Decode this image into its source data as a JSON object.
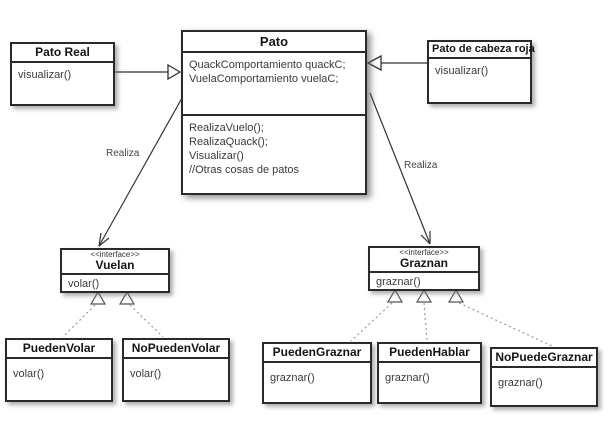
{
  "diagram_title": "UML class diagram - Strategy pattern (Patos)",
  "colors": {
    "background": "#ffffff",
    "box_border": "#2a2a2a",
    "title_text": "#151515",
    "member_text": "#3a3a3a",
    "solid_line": "#333333",
    "dashed_line": "#999999"
  },
  "classes": {
    "pato_real": {
      "name": "Pato Real",
      "methods": [
        "visualizar()"
      ]
    },
    "pato": {
      "name": "Pato",
      "attributes": [
        "QuackComportamiento quackC;",
        "VuelaComportamiento vuelaC;"
      ],
      "methods": [
        "RealizaVuelo();",
        "RealizaQuack();",
        "Visualizar()",
        "//Otras cosas de patos"
      ]
    },
    "pato_cabeza_roja": {
      "name": "Pato de cabeza roja",
      "methods": [
        "visualizar()"
      ]
    },
    "vuelan": {
      "stereotype": "<<interface>>",
      "name": "Vuelan",
      "methods": [
        "volar()"
      ]
    },
    "graznan": {
      "stereotype": "<<interface>>",
      "name": "Graznan",
      "methods": [
        "graznar()"
      ]
    },
    "pueden_volar": {
      "name": "PuedenVolar",
      "methods": [
        "volar()"
      ]
    },
    "no_pueden_volar": {
      "name": "NoPuedenVolar",
      "methods": [
        "volar()"
      ]
    },
    "pueden_graznar": {
      "name": "PuedenGraznar",
      "methods": [
        "graznar()"
      ]
    },
    "pueden_hablar": {
      "name": "PuedenHablar",
      "methods": [
        "graznar()"
      ]
    },
    "no_puede_graznar": {
      "name": "NoPuedeGraznar",
      "methods": [
        "graznar()"
      ]
    }
  },
  "edges": [
    {
      "from": "Pato Real",
      "to": "Pato",
      "type": "generalization",
      "label": ""
    },
    {
      "from": "Pato de cabeza roja",
      "to": "Pato",
      "type": "generalization",
      "label": ""
    },
    {
      "from": "Pato",
      "to": "Vuelan",
      "type": "association",
      "label": "Realiza"
    },
    {
      "from": "Pato",
      "to": "Graznan",
      "type": "association",
      "label": "Realiza"
    },
    {
      "from": "PuedenVolar",
      "to": "Vuelan",
      "type": "realization",
      "label": ""
    },
    {
      "from": "NoPuedenVolar",
      "to": "Vuelan",
      "type": "realization",
      "label": ""
    },
    {
      "from": "PuedenGraznar",
      "to": "Graznan",
      "type": "realization",
      "label": ""
    },
    {
      "from": "PuedenHablar",
      "to": "Graznan",
      "type": "realization",
      "label": ""
    },
    {
      "from": "NoPuedeGraznar",
      "to": "Graznan",
      "type": "realization",
      "label": ""
    }
  ]
}
